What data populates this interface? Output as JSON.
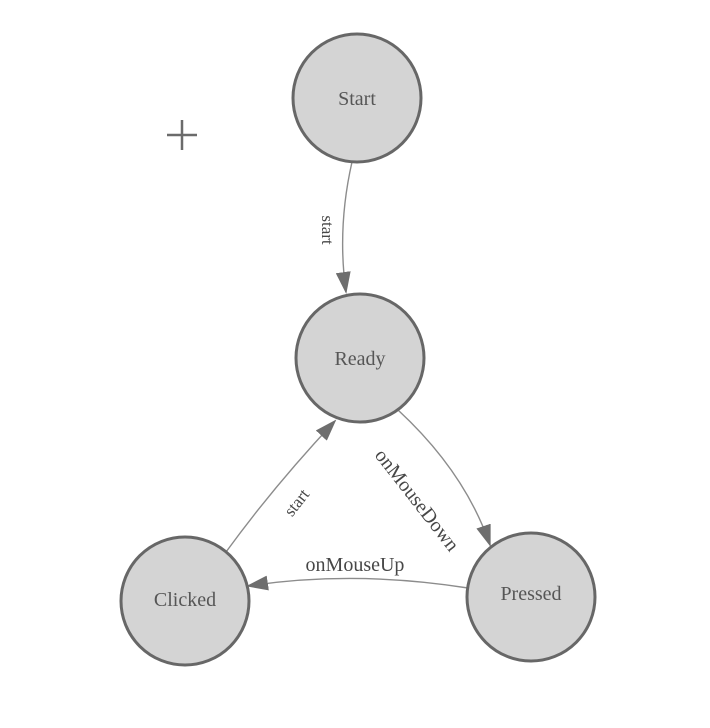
{
  "diagram": {
    "type": "state-machine-diagram",
    "background": "#ffffff",
    "nodes": [
      {
        "id": "start",
        "label": "Start"
      },
      {
        "id": "ready",
        "label": "Ready"
      },
      {
        "id": "clicked",
        "label": "Clicked"
      },
      {
        "id": "pressed",
        "label": "Pressed"
      }
    ],
    "edges": [
      {
        "from": "Start",
        "to": "Ready",
        "label": "start"
      },
      {
        "from": "Clicked",
        "to": "Ready",
        "label": "start"
      },
      {
        "from": "Ready",
        "to": "Pressed",
        "label": "onMouseDown"
      },
      {
        "from": "Pressed",
        "to": "Clicked",
        "label": "onMouseUp"
      }
    ],
    "colors": {
      "node_fill": "#d4d4d4",
      "node_stroke": "#676767",
      "edge_line": "#8c8c8c",
      "arrowhead": "#6e6e6e",
      "node_label": "#565656",
      "edge_label": "#474747",
      "crosshair": "#6b6b6b"
    }
  }
}
